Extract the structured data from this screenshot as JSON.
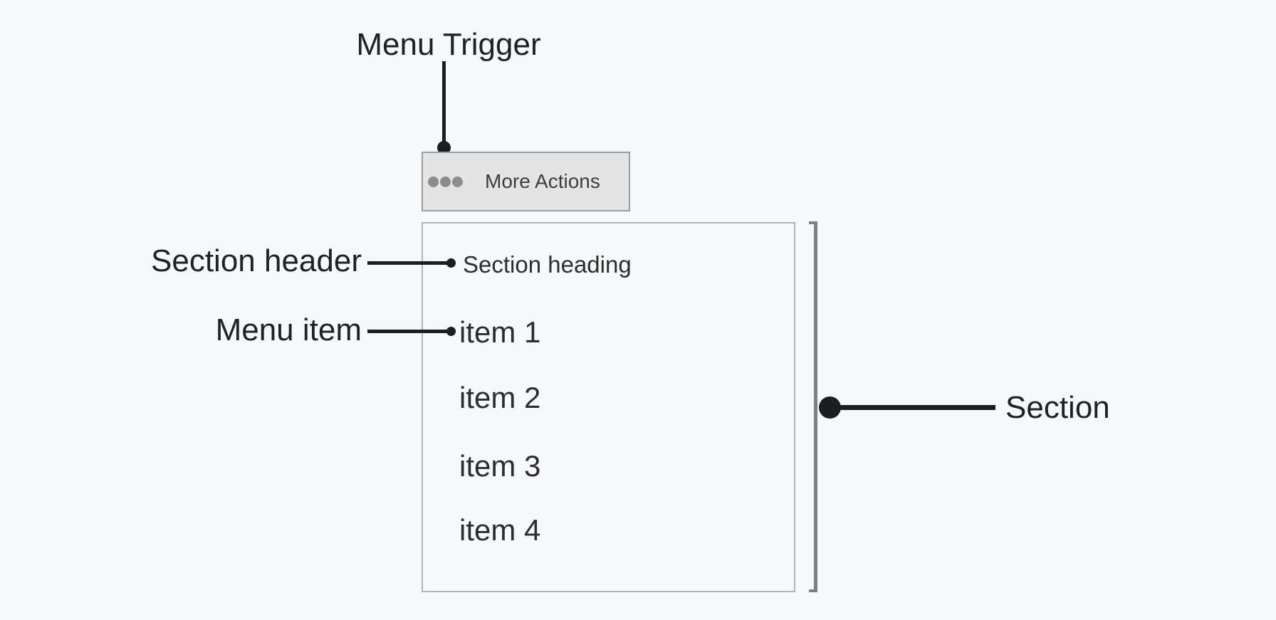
{
  "diagram": {
    "annotations": {
      "menu_trigger": "Menu Trigger",
      "section_header": "Section header",
      "menu_item": "Menu item",
      "section": "Section"
    },
    "trigger_button": {
      "label": "More Actions",
      "icon": "ellipsis-icon"
    },
    "menu": {
      "section_heading": "Section heading",
      "items": [
        "item 1",
        "item 2",
        "item 3",
        "item 4"
      ]
    },
    "colors": {
      "background": "#f7f8f9",
      "button_background": "#e4e4e4",
      "button_border": "#9a9d9f",
      "panel_border": "#b1b4b6",
      "bracket_gray": "#7e8184",
      "callout_black": "#1b1d1f",
      "ellipsis_gray": "#8c8c8c",
      "text_dark": "#2b2d2f"
    }
  }
}
